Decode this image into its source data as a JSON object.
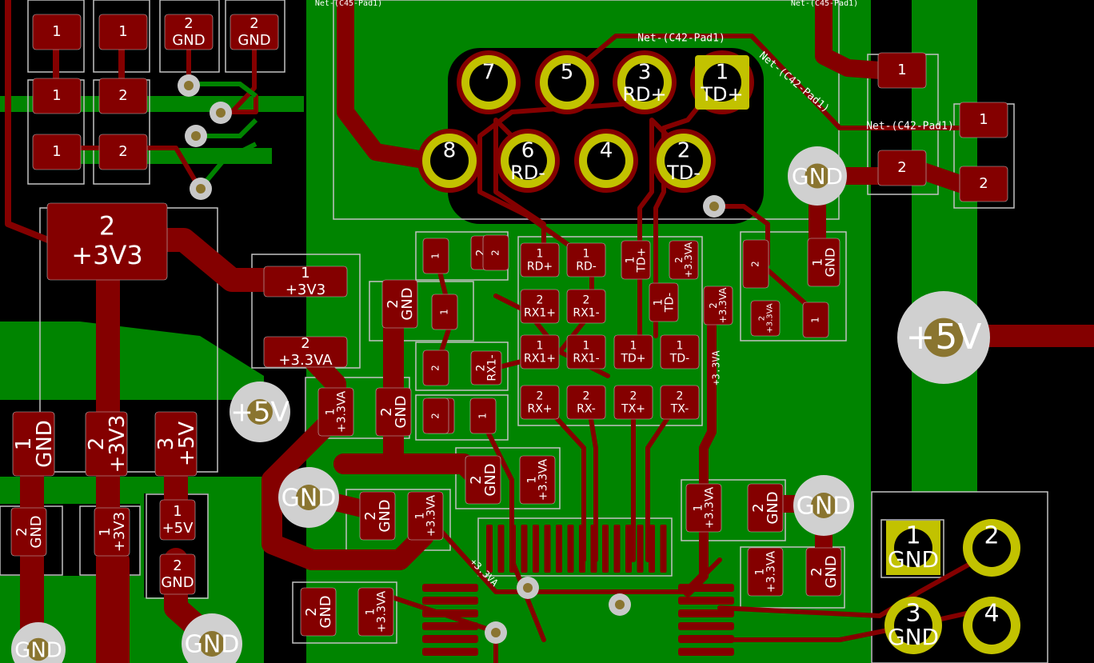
{
  "colors": {
    "background": "#000000",
    "copper_fill": "#008400",
    "copper_trace": "#840000",
    "silk_outline": "#c2c2c2",
    "via": "#c8c8c8",
    "via_hole": "#8a7530",
    "tht_pad": "#c2c200",
    "text": "#ffffff"
  },
  "connector_j": {
    "pins": [
      {
        "num": "7",
        "name": ""
      },
      {
        "num": "5",
        "name": ""
      },
      {
        "num": "3",
        "name": "RD+"
      },
      {
        "num": "1",
        "name": "TD+"
      },
      {
        "num": "8",
        "name": ""
      },
      {
        "num": "6",
        "name": "RD-"
      },
      {
        "num": "4",
        "name": ""
      },
      {
        "num": "2",
        "name": "TD-"
      }
    ]
  },
  "header_gnd": {
    "pins": [
      {
        "num": "1",
        "name": "GND"
      },
      {
        "num": "2",
        "name": ""
      },
      {
        "num": "3",
        "name": "GND"
      },
      {
        "num": "4",
        "name": ""
      }
    ]
  },
  "net_labels": {
    "c42_top": "Net-(C42-Pad1)",
    "c42_diag": "Net-(C42-Pad1)",
    "c42_right": "Net-(C42-Pad1)",
    "c45_left": "Net-(C45-Pad1)",
    "c45_right": "Net-(C45-Pad1)"
  },
  "vias": {
    "gnd": "GND",
    "v5": "+5V"
  },
  "smd_pads": [
    {
      "n": "1",
      "net": "+3V3",
      "rot": 0
    },
    {
      "n": "2",
      "net": "+3V3",
      "rot": 0
    },
    {
      "n": "1",
      "net": "+3V3",
      "rot": 0
    },
    {
      "n": "2",
      "net": "+3.3VA",
      "rot": 0
    },
    {
      "n": "1",
      "net": "GND",
      "rot": -90
    },
    {
      "n": "2",
      "net": "+3V3",
      "rot": -90
    },
    {
      "n": "3",
      "net": "+5V",
      "rot": -90
    },
    {
      "n": "2",
      "net": "GND",
      "rot": -90
    },
    {
      "n": "1",
      "net": "+3V3",
      "rot": -90
    },
    {
      "n": "1",
      "net": "+5V",
      "rot": 0
    },
    {
      "n": "2",
      "net": "GND",
      "rot": 0
    },
    {
      "n": "2",
      "net": "GND",
      "rot": -90
    },
    {
      "n": "2",
      "net": "GND",
      "rot": -90
    },
    {
      "n": "1",
      "net": "+3.3VA",
      "rot": -90
    },
    {
      "n": "2",
      "net": "GND",
      "rot": -90
    },
    {
      "n": "2",
      "net": "GND",
      "rot": -90
    },
    {
      "n": "1",
      "net": "+3.3VA",
      "rot": -90
    },
    {
      "n": "2",
      "net": "GND",
      "rot": -90
    },
    {
      "n": "1",
      "net": "+3.3VA",
      "rot": -90
    },
    {
      "n": "2",
      "net": "GND",
      "rot": -90
    },
    {
      "n": "1",
      "net": "+3.3VA",
      "rot": -90
    },
    {
      "n": "2",
      "net": "RX1+",
      "rot": -90
    },
    {
      "n": "2",
      "net": "RX1-",
      "rot": -90
    },
    {
      "n": "1",
      "net": "RD+",
      "rot": 0
    },
    {
      "n": "1",
      "net": "RD-",
      "rot": 0
    },
    {
      "n": "2",
      "net": "RX1+",
      "rot": 0
    },
    {
      "n": "2",
      "net": "RX1-",
      "rot": 0
    },
    {
      "n": "1",
      "net": "RX1+",
      "rot": 0
    },
    {
      "n": "1",
      "net": "RX1-",
      "rot": 0
    },
    {
      "n": "2",
      "net": "RX+",
      "rot": 0
    },
    {
      "n": "2",
      "net": "RX-",
      "rot": 0
    },
    {
      "n": "1",
      "net": "TD+",
      "rot": -90
    },
    {
      "n": "2",
      "net": "+3.3VA",
      "rot": -90
    },
    {
      "n": "1",
      "net": "TD-",
      "rot": -90
    },
    {
      "n": "2",
      "net": "+3.3VA",
      "rot": -90
    },
    {
      "n": "1",
      "net": "TD+",
      "rot": 0
    },
    {
      "n": "1",
      "net": "TD-",
      "rot": 0
    },
    {
      "n": "2",
      "net": "TX+",
      "rot": 0
    },
    {
      "n": "2",
      "net": "TX-",
      "rot": 0
    },
    {
      "n": "1",
      "net": "GND",
      "rot": -90
    },
    {
      "n": "2",
      "net": "+3.3VA",
      "rot": -90
    },
    {
      "n": "1",
      "net": "+3.3VA",
      "rot": -90
    },
    {
      "n": "2",
      "net": "GND",
      "rot": -90
    },
    {
      "n": "1",
      "net": "+3.3VA",
      "rot": -90
    },
    {
      "n": "2",
      "net": "GND",
      "rot": -90
    },
    {
      "n": "1",
      "net": "",
      "rot": 0
    },
    {
      "n": "2",
      "net": "GND",
      "rot": 0
    },
    {
      "n": "2",
      "net": "GND",
      "rot": 0
    },
    {
      "n": "1",
      "net": "",
      "rot": 0
    },
    {
      "n": "1",
      "net": "",
      "rot": 0
    },
    {
      "n": "1",
      "net": "",
      "rot": 0
    },
    {
      "n": "2",
      "net": "",
      "rot": 0
    },
    {
      "n": "2",
      "net": "",
      "rot": 0
    },
    {
      "n": "1",
      "net": "",
      "rot": 0
    },
    {
      "n": "1",
      "net": "",
      "rot": 0
    },
    {
      "n": "2",
      "net": "",
      "rot": 0
    },
    {
      "n": "2",
      "net": "",
      "rot": 0
    },
    {
      "n": "1",
      "net": "",
      "rot": -90
    },
    {
      "n": "2",
      "net": "",
      "rot": -90
    },
    {
      "n": "1",
      "net": "",
      "rot": -90
    },
    {
      "n": "2",
      "net": "",
      "rot": -90
    },
    {
      "n": "1",
      "net": "",
      "rot": -90
    },
    {
      "n": "2",
      "net": "",
      "rot": -90
    },
    {
      "n": "2",
      "net": "",
      "rot": -90
    },
    {
      "n": "1",
      "net": "",
      "rot": -90
    }
  ],
  "trace_labels": {
    "v33va_a": "+3.3VA",
    "v33va_b": "+3.3VA"
  }
}
